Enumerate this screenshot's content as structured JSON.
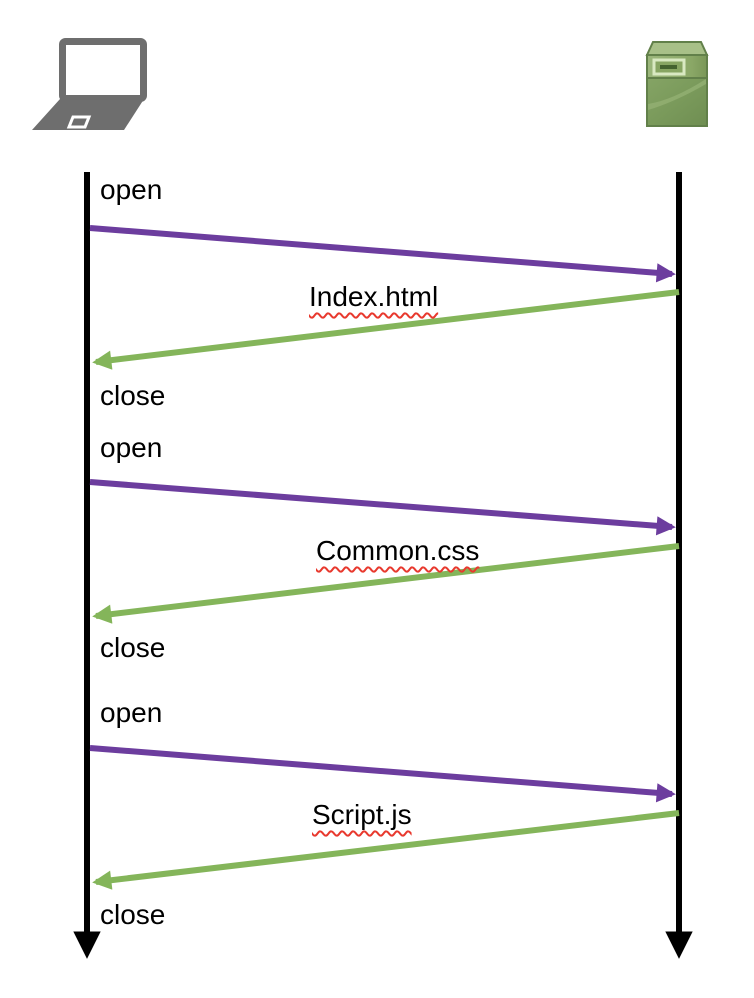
{
  "diagram": {
    "client": {
      "icon": "laptop-icon"
    },
    "server": {
      "icon": "server-icon"
    },
    "colors": {
      "request": "#6c3d9e",
      "response": "#84b55a",
      "lifeline": "#000000",
      "spellcheck": "#e8392e"
    },
    "exchanges": [
      {
        "open_label": "open",
        "resource": "Index.html",
        "close_label": "close"
      },
      {
        "open_label": "open",
        "resource": "Common.css",
        "close_label": "close"
      },
      {
        "open_label": "open",
        "resource": "Script.js",
        "close_label": "close"
      }
    ]
  }
}
